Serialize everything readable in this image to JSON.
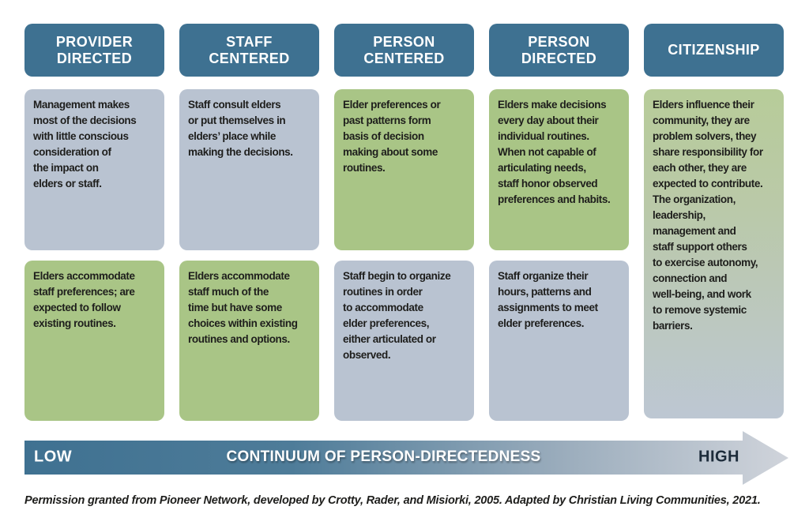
{
  "columns": [
    {
      "header": "PROVIDER\nDIRECTED",
      "cells": [
        {
          "text": "Management makes\nmost of the decisions\nwith little conscious\nconsideration of\nthe impact on\nelders or staff.",
          "color": "blue"
        },
        {
          "text": "Elders accommodate\nstaff preferences; are\nexpected to follow\nexisting routines.",
          "color": "green"
        }
      ]
    },
    {
      "header": "STAFF\nCENTERED",
      "cells": [
        {
          "text": "Staff consult elders\nor put themselves in\nelders’ place while\nmaking the decisions.",
          "color": "blue"
        },
        {
          "text": "Elders accommodate\nstaff much of the\ntime but have some\nchoices within existing\nroutines and options.",
          "color": "green"
        }
      ]
    },
    {
      "header": "PERSON\nCENTERED",
      "cells": [
        {
          "text": "Elder preferences or\npast patterns form\nbasis of decision\nmaking about some\nroutines.",
          "color": "green"
        },
        {
          "text": "Staff begin to organize\nroutines in order\nto accommodate\nelder preferences,\neither articulated or\nobserved.",
          "color": "blue"
        }
      ]
    },
    {
      "header": "PERSON\nDIRECTED",
      "cells": [
        {
          "text": "Elders make decisions\nevery day about their\nindividual routines.\nWhen not capable of\narticulating needs,\nstaff honor observed\npreferences and habits.",
          "color": "green"
        },
        {
          "text": "Staff organize their\nhours, patterns and\nassignments to meet\nelder preferences.",
          "color": "blue"
        }
      ]
    },
    {
      "header": "CITIZENSHIP",
      "cells": [
        {
          "text": "Elders influence their\ncommunity, they are\nproblem solvers, they\nshare responsibility for\neach other, they are\nexpected to contribute.\nThe organization,\nleadership,\nmanagement and\nstaff support others\nto exercise autonomy,\nconnection and\nwell-being, and work\nto remove systemic\nbarriers.",
          "color": "gradient"
        }
      ]
    }
  ],
  "arrow": {
    "low_label": "LOW",
    "title": "CONTINUUM OF PERSON-DIRECTEDNESS",
    "high_label": "HIGH"
  },
  "caption": "Permission granted from Pioneer Network, developed by Crotty, Rader, and Misiorki, 2005. Adapted by Christian Living Communities, 2021.",
  "colors": {
    "header_bg": "#3E7191",
    "cell_blue": "#B9C3D1",
    "cell_green": "#A9C586",
    "citizenship_top": "#B7CC99",
    "citizenship_bottom": "#BDC7D3",
    "arrow_start": "#3F7191",
    "arrow_end": "#D0D4DB",
    "body_text": "#1E1E1C",
    "high_text": "#1C2B3A"
  }
}
